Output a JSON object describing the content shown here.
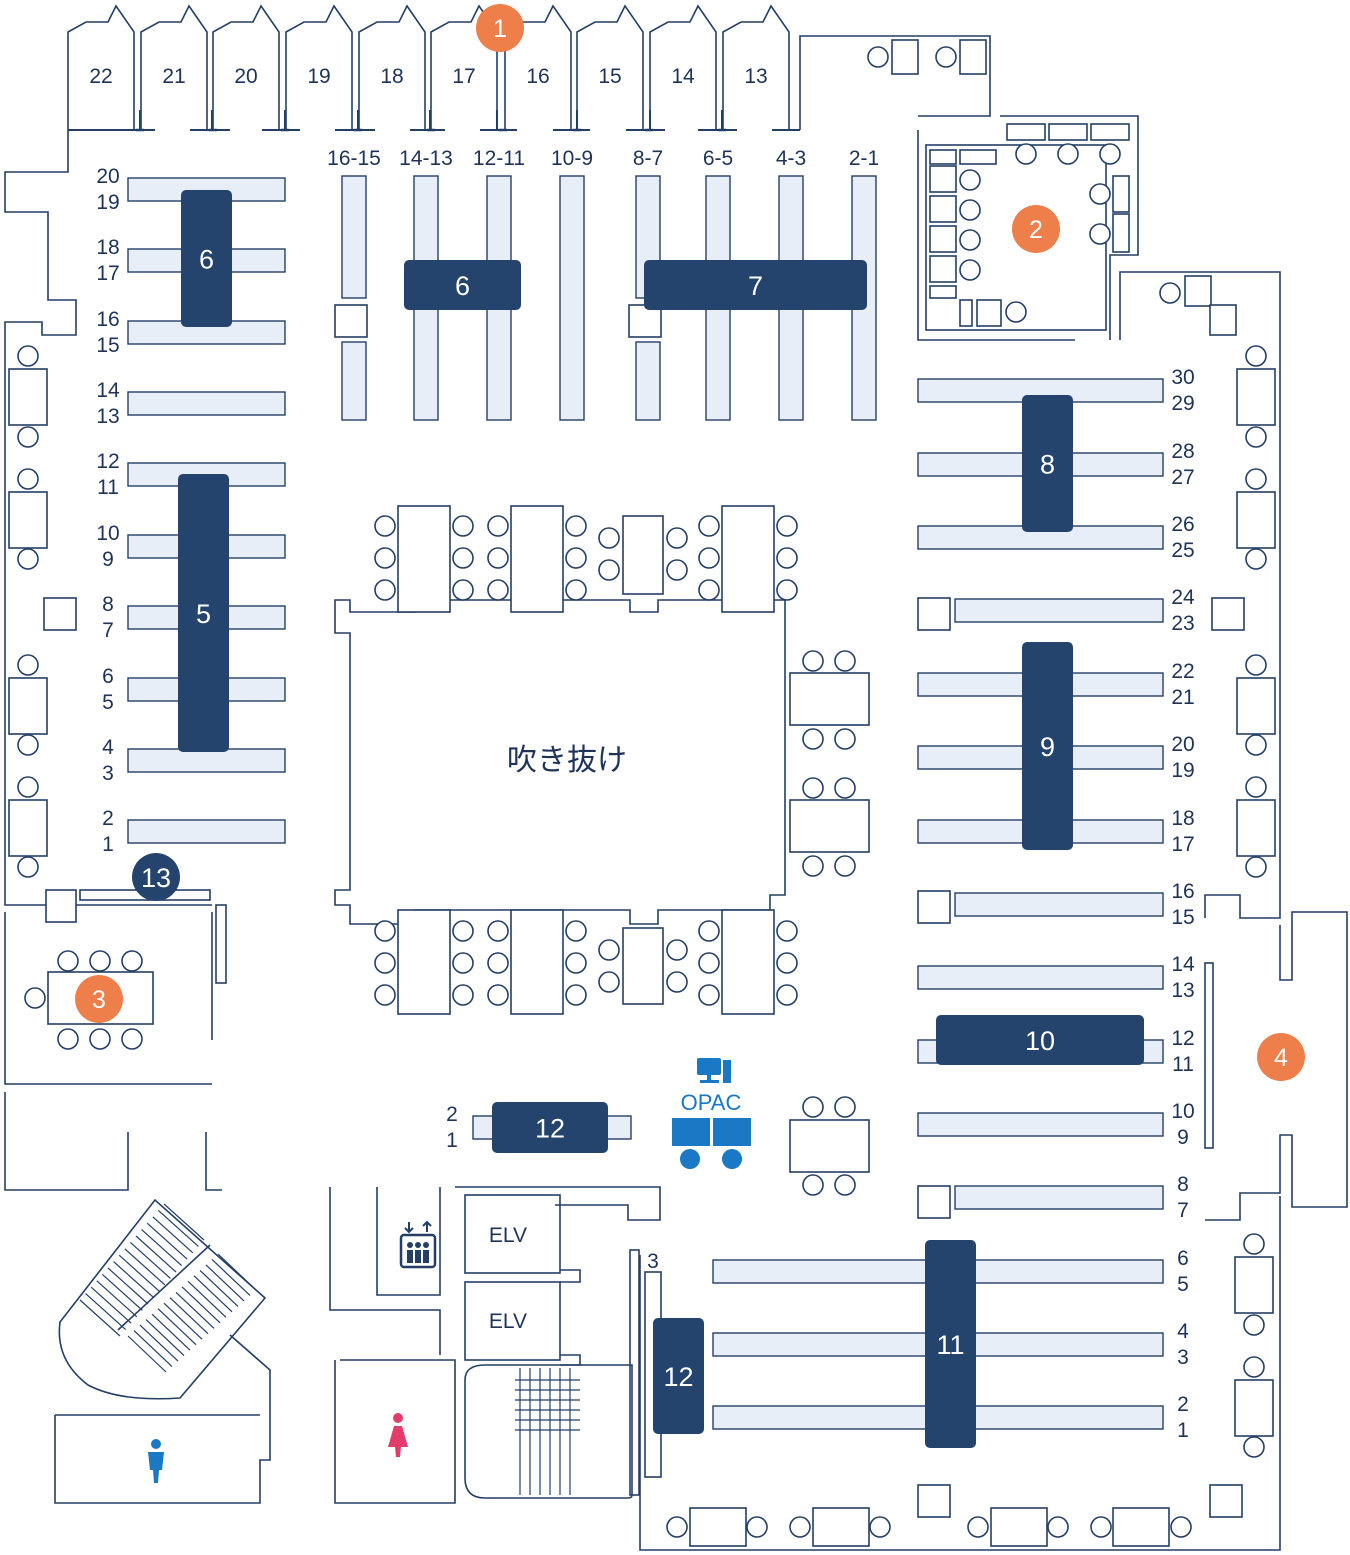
{
  "colors": {
    "wall": "#243f66",
    "shelf": "#e8eef8",
    "zone": "#24446e",
    "marker": "#ee7e4a",
    "opac": "#1a78c4",
    "male": "#1a78c4",
    "female": "#e23c6c"
  },
  "atrium_label": "吹き抜け",
  "opac_label": "OPAC",
  "elevators": [
    "ELV",
    "ELV"
  ],
  "top_bays": [
    "22",
    "21",
    "20",
    "19",
    "18",
    "17",
    "16",
    "15",
    "14",
    "13"
  ],
  "top_shelf_labels": [
    "16-15",
    "14-13",
    "12-11",
    "10-9",
    "8-7",
    "6-5",
    "4-3",
    "2-1"
  ],
  "left_shelf_numbers": [
    [
      "20",
      "19"
    ],
    [
      "18",
      "17"
    ],
    [
      "16",
      "15"
    ],
    [
      "14",
      "13"
    ],
    [
      "12",
      "11"
    ],
    [
      "10",
      "9"
    ],
    [
      "8",
      "7"
    ],
    [
      "6",
      "5"
    ],
    [
      "4",
      "3"
    ],
    [
      "2",
      "1"
    ]
  ],
  "right_shelf_numbers": [
    [
      "30",
      "29"
    ],
    [
      "28",
      "27"
    ],
    [
      "26",
      "25"
    ],
    [
      "24",
      "23"
    ],
    [
      "22",
      "21"
    ],
    [
      "20",
      "19"
    ],
    [
      "18",
      "17"
    ],
    [
      "16",
      "15"
    ],
    [
      "14",
      "13"
    ],
    [
      "12",
      "11"
    ],
    [
      "10",
      "9"
    ],
    [
      "8",
      "7"
    ]
  ],
  "bottom_shelf_numbers": [
    [
      "6",
      "5"
    ],
    [
      "4",
      "3"
    ],
    [
      "2",
      "1"
    ]
  ],
  "small_shelf_numbers": [
    "2",
    "1"
  ],
  "side_shelf_number": "3",
  "zones": [
    "6",
    "6",
    "7",
    "5",
    "8",
    "9",
    "10",
    "11",
    "12",
    "12",
    "13"
  ],
  "markers": [
    "1",
    "2",
    "3",
    "4"
  ],
  "icons": [
    "computer-icon",
    "elevator-icon",
    "male-restroom-icon",
    "female-restroom-icon"
  ]
}
